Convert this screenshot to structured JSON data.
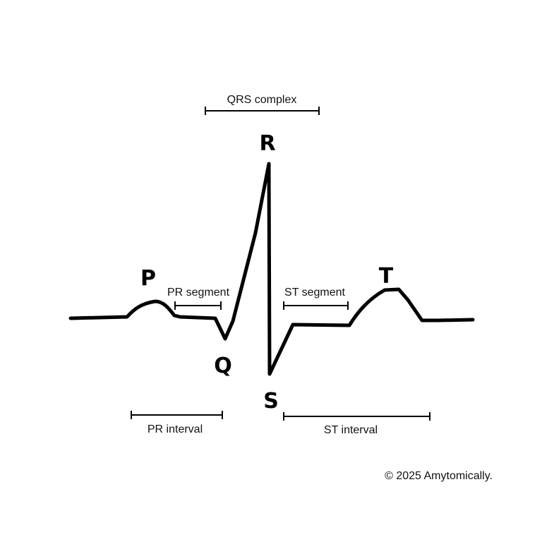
{
  "waves": {
    "p": "P",
    "q": "Q",
    "r": "R",
    "s": "S",
    "t": "T"
  },
  "brackets": {
    "qrs_complex": "QRS complex",
    "pr_segment": "PR segment",
    "st_segment": "ST segment",
    "pr_interval": "PR interval",
    "st_interval": "ST interval"
  },
  "copyright": "© 2025 Amytomically.",
  "colors": {
    "stroke": "#000000",
    "background": "#ffffff"
  }
}
